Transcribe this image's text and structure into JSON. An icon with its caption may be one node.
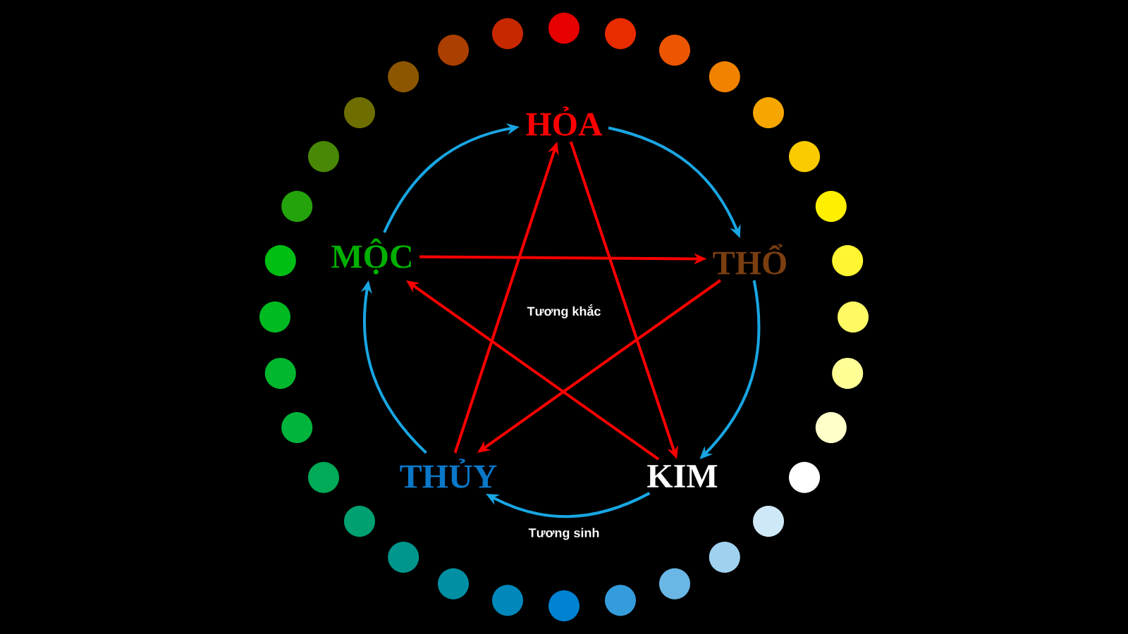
{
  "diagram": {
    "nodes": [
      {
        "text": [
          "HỎA"
        ]
      },
      {
        "text": [
          "THỔ"
        ]
      },
      {
        "text": [
          "KIM"
        ]
      },
      {
        "text": [
          "THỦY"
        ]
      },
      {
        "text": [
          "MỘC"
        ]
      }
    ],
    "edges": [
      {
        "from": 0,
        "to": 1,
        "arrow": "to"
      },
      {
        "from": 1,
        "to": 2,
        "arrow": "to"
      },
      {
        "from": 2,
        "to": 3,
        "arrow": "to"
      },
      {
        "from": 3,
        "to": 4,
        "arrow": "to"
      },
      {
        "from": 4,
        "to": 0,
        "arrow": "to"
      },
      {
        "from": 4,
        "to": 1,
        "arrow": "to",
        "color": "#ff0000"
      },
      {
        "from": 1,
        "to": 3,
        "arrow": "to",
        "color": "#ff0000"
      },
      {
        "from": 3,
        "to": 0,
        "arrow": "to",
        "color": "#ff0000"
      },
      {
        "from": 0,
        "to": 2,
        "arrow": "to",
        "color": "#ff0000"
      },
      {
        "from": 2,
        "to": 4,
        "arrow": "to",
        "color": "#ff0000"
      }
    ],
    "labels": [
      "Tương khắc",
      "Tương sinh"
    ]
  }
}
